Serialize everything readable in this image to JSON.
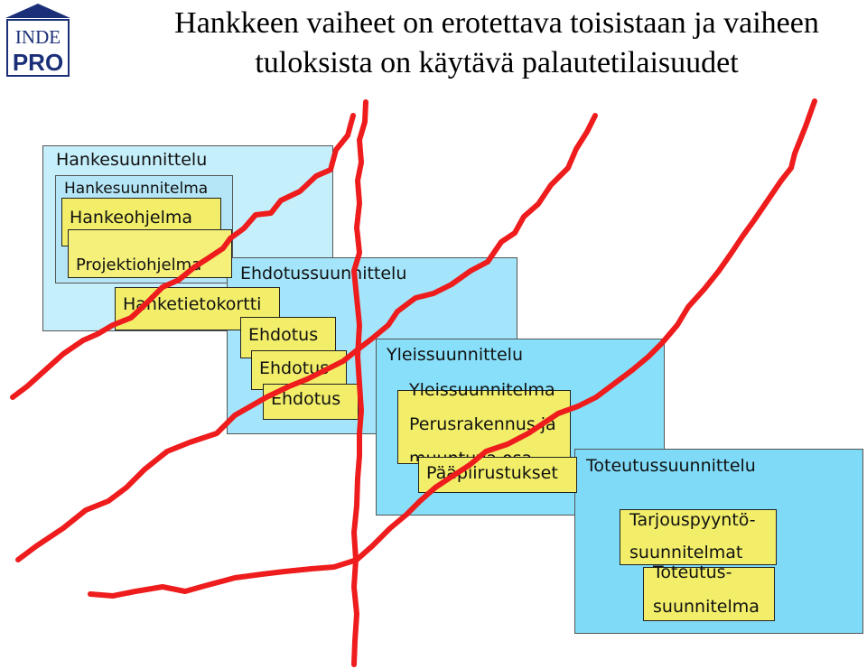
{
  "title": {
    "line1": "Hankkeen vaiheet on erotettava toisistaan ja vaiheen",
    "line2": "tuloksista on käytävä palautetilaisuudet"
  },
  "logo": {
    "top": "INDE",
    "bottom": "PRO"
  },
  "colors": {
    "phase1": "#c6effc",
    "phase2": "#a4e5fb",
    "phase3": "#88dffa",
    "phase4": "#7fdaf8",
    "document": "#f2ee6a",
    "feedback_line": "#ee1c1c",
    "logo_blue": "#1b2f78"
  },
  "phases": {
    "hankesuunnittelu": {
      "label": "Hankesuunnittelu",
      "group": "Hankesuunnitelma",
      "docs": [
        "Hankeohjelma",
        "Projektiohjelma",
        "Hanketietokortti"
      ]
    },
    "ehdotussuunnittelu": {
      "label": "Ehdotussuunnittelu",
      "docs": [
        "Ehdotus",
        "Ehdotus",
        "Ehdotus"
      ]
    },
    "yleissuunnittelu": {
      "label": "Yleissuunnittelu",
      "group": "Yleissuunnitelma",
      "docs": [
        "Perusrakennus ja",
        "muuntuva osa",
        "Pääpiirustukset"
      ]
    },
    "toteutussuunnittelu": {
      "label": "Toteutussuunnittelu",
      "docs": {
        "tarjous": [
          "Tarjouspyyntö-",
          "suunnitelmat"
        ],
        "toteutus": [
          "Toteutus-",
          "suunnitelma"
        ]
      }
    }
  }
}
